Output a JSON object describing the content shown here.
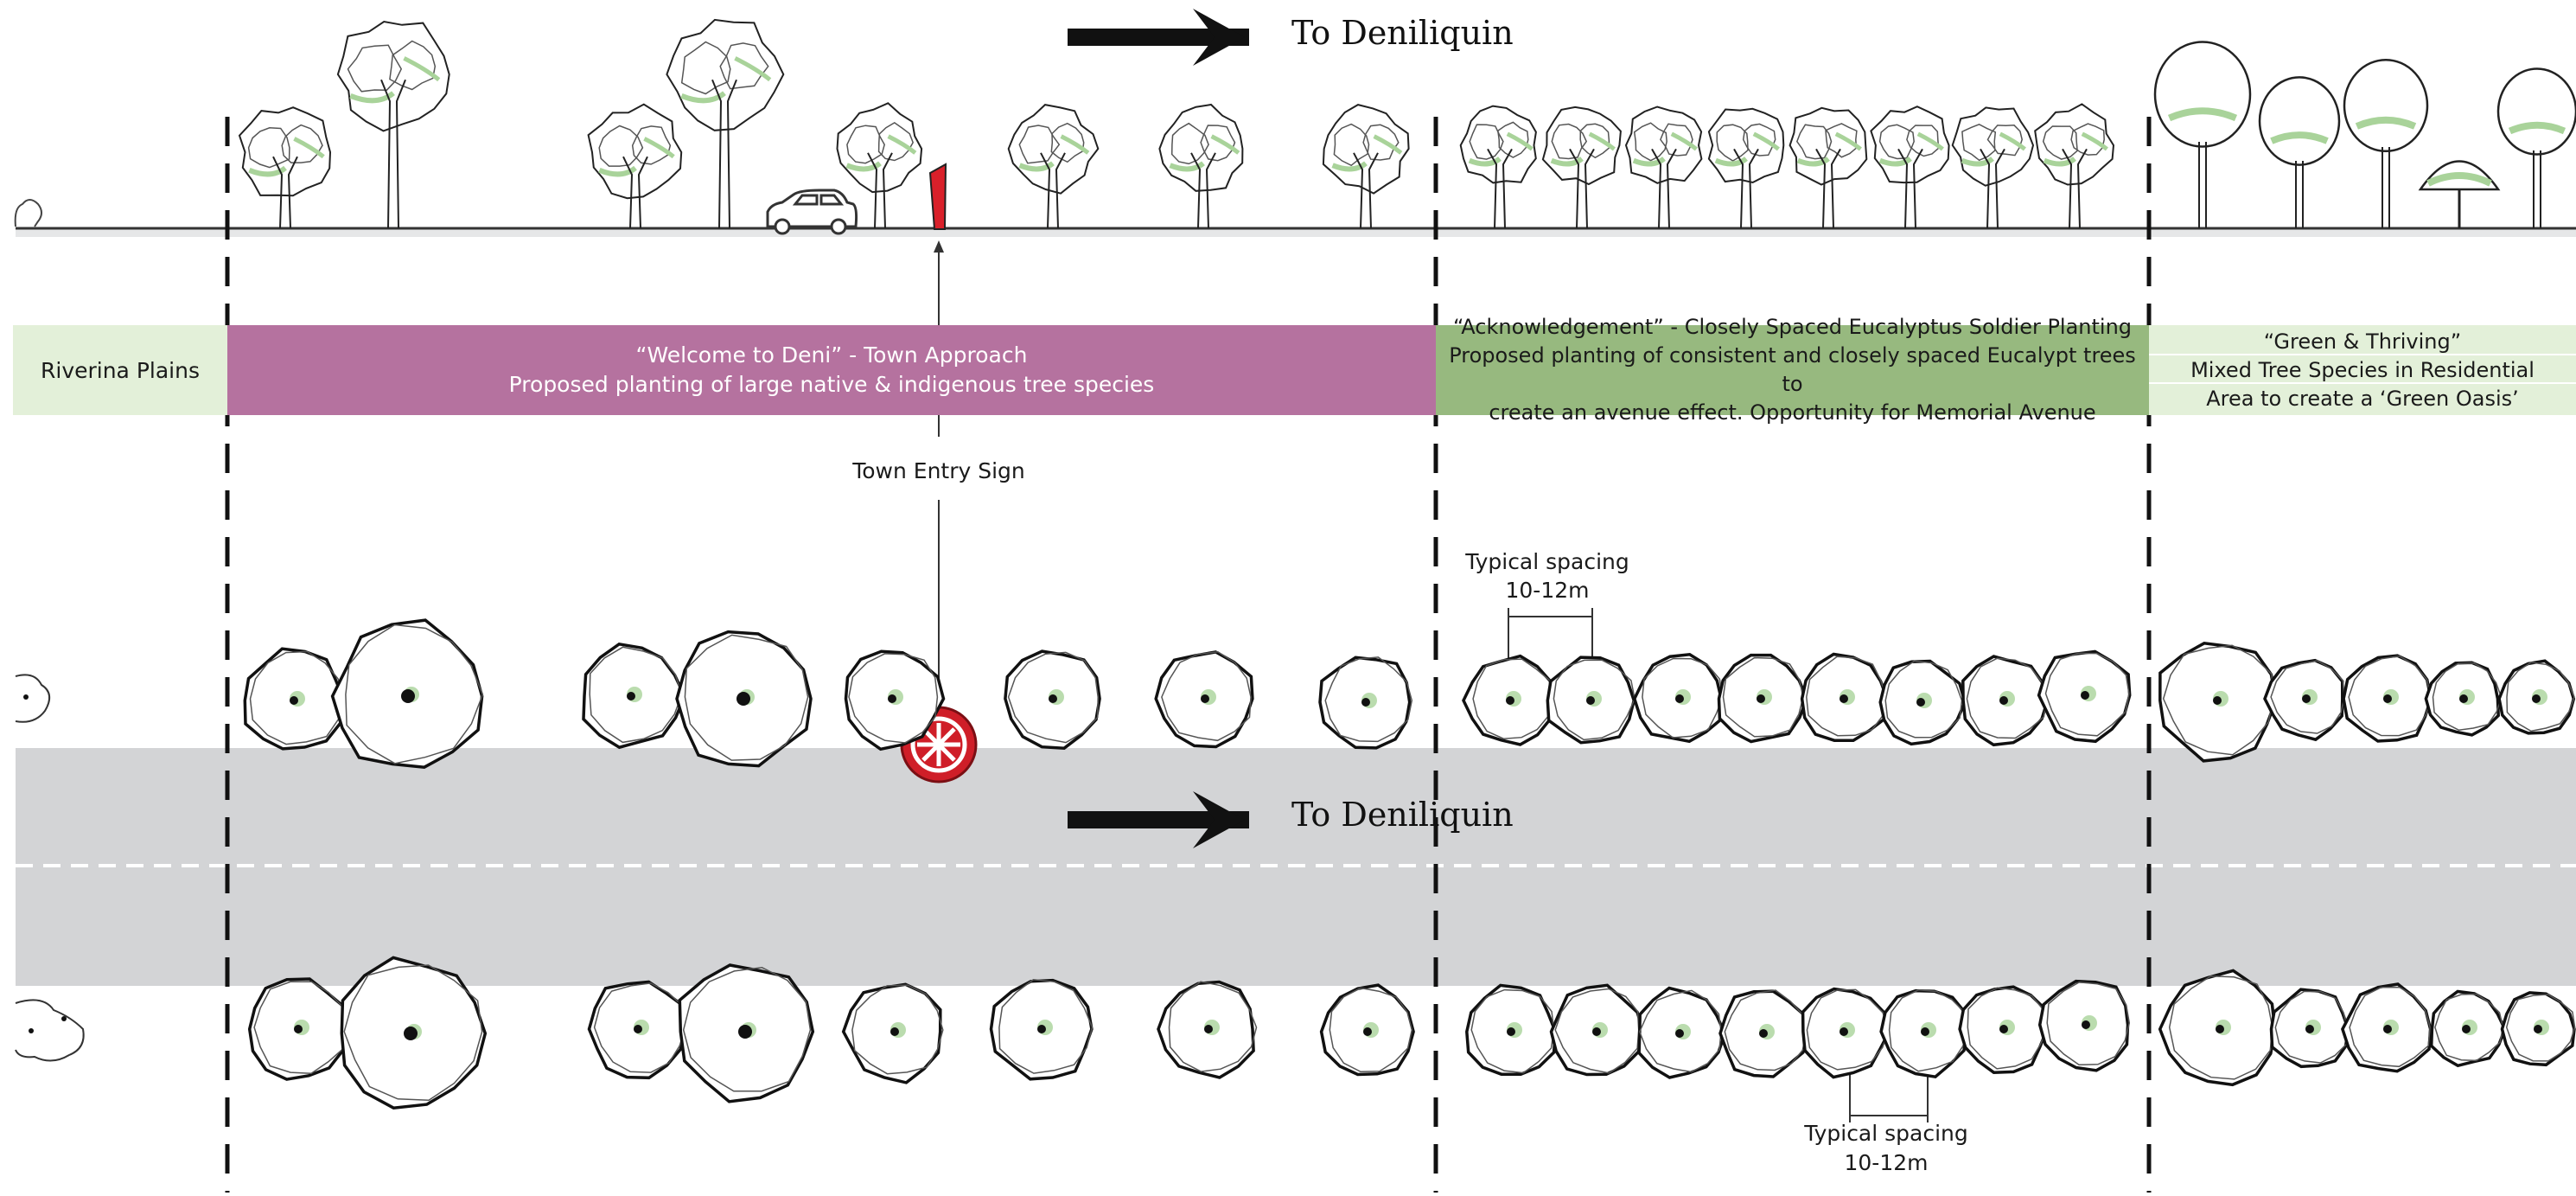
{
  "direction_top": "To Deniliquin",
  "direction_road": "To Deniliquin",
  "zones": [
    {
      "title": "Riverina Plains",
      "lines": []
    },
    {
      "title": "“Welcome to Deni” - Town Approach",
      "lines": [
        "Proposed planting of large native & indigenous tree species"
      ]
    },
    {
      "title": "“Acknowledgement” - Closely Spaced Eucalyptus Soldier Planting",
      "lines": [
        "Proposed planting of consistent and closely spaced Eucalypt trees to",
        "create an avenue effect. Opportunity for Memorial Avenue"
      ]
    },
    {
      "title": "“Green & Thriving”",
      "lines": [
        "Mixed Tree Species in Residential",
        "Area to create a ‘Green Oasis’"
      ]
    }
  ],
  "town_entry_sign": "Town Entry Sign",
  "spacing_top": {
    "line1": "Typical spacing",
    "line2": "10-12m"
  },
  "spacing_bottom": {
    "line1": "Typical spacing",
    "line2": "10-12m"
  },
  "colors": {
    "plains": "#e3f0d9",
    "welcome": "#b5729f",
    "acknowledgement": "#97b97f",
    "green_thriving": "#e3f0d9",
    "road": "#d3d4d6",
    "foliage_accent": "#a9d39a",
    "sign_red": "#d9202a"
  }
}
